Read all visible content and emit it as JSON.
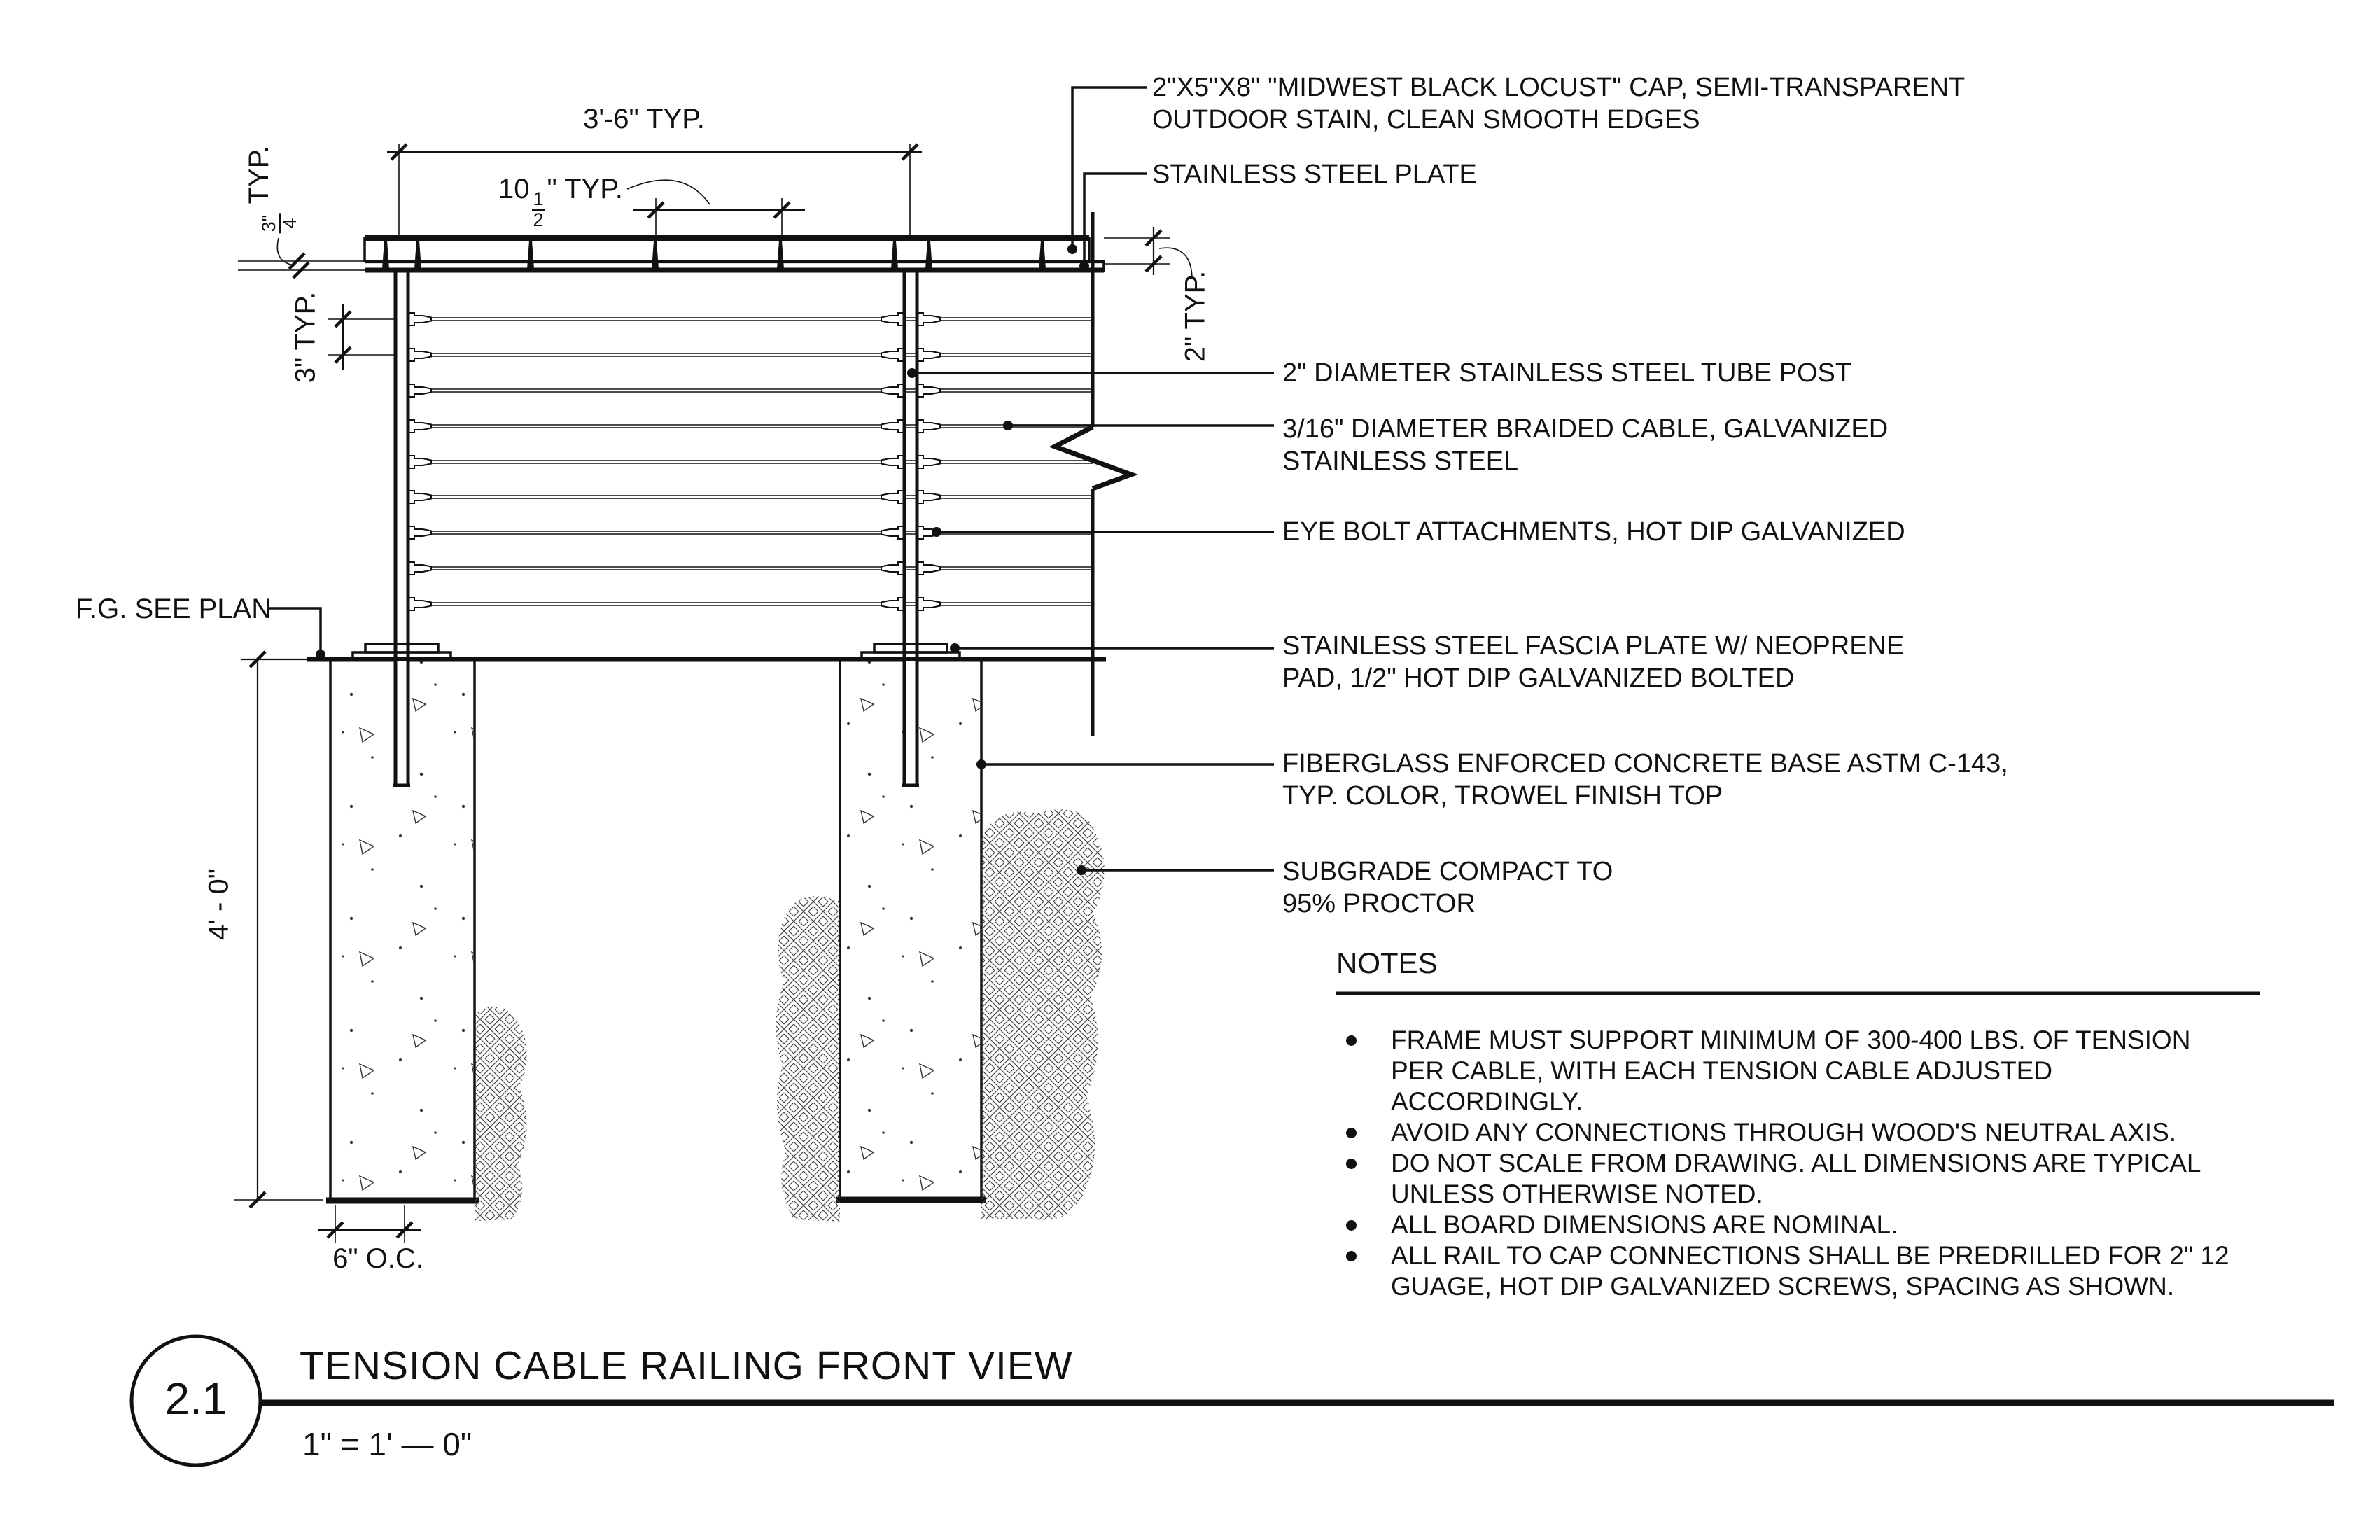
{
  "drawing": {
    "dim_3_6": "3'-6\" TYP.",
    "dim_10_half": {
      "prefix": "10",
      "num": "1",
      "den": "2",
      "suffix": "\" TYP."
    },
    "dim_3_4": {
      "num": "3\"",
      "den": "4",
      "suffix": " TYP."
    },
    "dim_3": "3\" TYP.",
    "dim_2": "2\" TYP.",
    "fg_label": "F.G. SEE PLAN",
    "dim_4_0": "4' - 0\"",
    "dim_6_oc": "6\" O.C."
  },
  "callouts": {
    "cap": {
      "line1": "2\"X5\"X8\" \"MIDWEST BLACK LOCUST\" CAP, SEMI-TRANSPARENT",
      "line2": "OUTDOOR STAIN, CLEAN SMOOTH EDGES"
    },
    "plate": {
      "line1": "STAINLESS STEEL PLATE"
    },
    "post": {
      "line1": "2\" DIAMETER STAINLESS STEEL TUBE POST"
    },
    "cable": {
      "line1": "3/16\" DIAMETER BRAIDED CABLE, GALVANIZED",
      "line2": "STAINLESS STEEL"
    },
    "eyebolt": {
      "line1": "EYE BOLT ATTACHMENTS, HOT DIP GALVANIZED"
    },
    "fascia": {
      "line1": "STAINLESS STEEL FASCIA PLATE W/ NEOPRENE",
      "line2": "PAD, 1/2\" HOT DIP GALVANIZED BOLTED"
    },
    "base": {
      "line1": "FIBERGLASS ENFORCED CONCRETE BASE ASTM C-143,",
      "line2": "TYP. COLOR, TROWEL FINISH TOP"
    },
    "subgrade": {
      "line1": "SUBGRADE COMPACT TO",
      "line2": "95% PROCTOR"
    }
  },
  "notes": {
    "heading": "NOTES",
    "items": [
      "FRAME MUST SUPPORT MINIMUM OF 300-400 LBS. OF TENSION PER CABLE, WITH EACH TENSION CABLE ADJUSTED ACCORDINGLY.",
      "AVOID ANY CONNECTIONS THROUGH WOOD'S NEUTRAL AXIS.",
      "DO NOT SCALE FROM DRAWING. ALL DIMENSIONS ARE TYPICAL UNLESS OTHERWISE NOTED.",
      "ALL BOARD DIMENSIONS ARE NOMINAL.",
      "ALL RAIL TO CAP CONNECTIONS SHALL BE PREDRILLED FOR 2\" 12 GUAGE, HOT DIP GALVANIZED SCREWS, SPACING AS SHOWN."
    ]
  },
  "titleblock": {
    "number": "2.1",
    "title": "TENSION CABLE RAILING FRONT VIEW",
    "scale": "1\" = 1' — 0\""
  }
}
